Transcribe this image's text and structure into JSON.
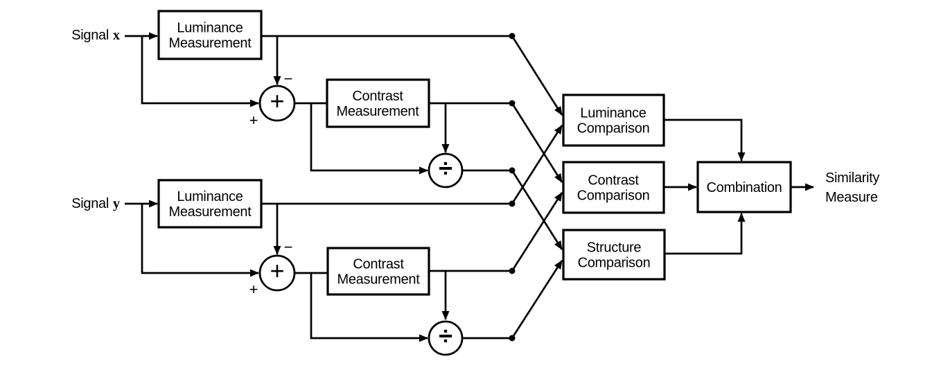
{
  "figure": {
    "inputs": {
      "signal_x": {
        "label": "Signal",
        "symbol": "x"
      },
      "signal_y": {
        "label": "Signal",
        "symbol": "y"
      }
    },
    "blocks": {
      "luminance_measurement": {
        "line1": "Luminance",
        "line2": "Measurement"
      },
      "contrast_measurement": {
        "line1": "Contrast",
        "line2": "Measurement"
      },
      "luminance_comparison": {
        "line1": "Luminance",
        "line2": "Comparison"
      },
      "contrast_comparison": {
        "line1": "Contrast",
        "line2": "Comparison"
      },
      "structure_comparison": {
        "line1": "Structure",
        "line2": "Comparison"
      },
      "combination": {
        "label": "Combination"
      }
    },
    "operators": {
      "adder": "+",
      "divider": "÷",
      "minus_port": "−",
      "plus_port": "+"
    },
    "output": {
      "line1": "Similarity",
      "line2": "Measure"
    },
    "colors": {
      "ink": "#000000",
      "background": "#ffffff"
    }
  }
}
